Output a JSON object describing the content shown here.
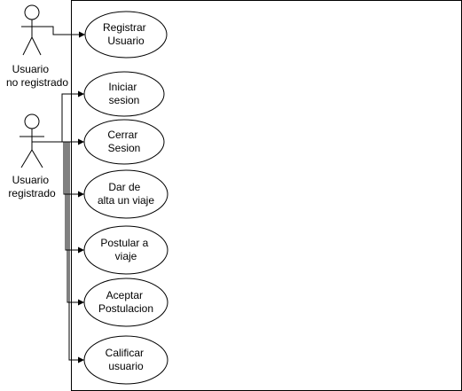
{
  "actors": [
    {
      "id": "no_registrado",
      "label_lines": [
        "Usuario",
        "no registrado"
      ]
    },
    {
      "id": "registrado",
      "label_lines": [
        "Usuario",
        "registrado"
      ]
    }
  ],
  "use_cases": [
    {
      "id": "registrar",
      "label_lines": [
        "Registrar",
        "Usuario"
      ]
    },
    {
      "id": "iniciar",
      "label_lines": [
        "Iniciar",
        "sesion"
      ]
    },
    {
      "id": "cerrar",
      "label_lines": [
        "Cerrar",
        "Sesion"
      ]
    },
    {
      "id": "alta_viaje",
      "label_lines": [
        "Dar de",
        "alta un viaje"
      ]
    },
    {
      "id": "postular",
      "label_lines": [
        "Postular a",
        "viaje"
      ]
    },
    {
      "id": "aceptar",
      "label_lines": [
        "Aceptar",
        "Postulacion"
      ]
    },
    {
      "id": "calificar",
      "label_lines": [
        "Calificar",
        "usuario"
      ]
    }
  ],
  "associations": [
    {
      "from": "no_registrado",
      "to": "registrar"
    },
    {
      "from": "registrado",
      "to": "iniciar"
    },
    {
      "from": "registrado",
      "to": "cerrar"
    },
    {
      "from": "registrado",
      "to": "alta_viaje"
    },
    {
      "from": "registrado",
      "to": "postular"
    },
    {
      "from": "registrado",
      "to": "aceptar"
    },
    {
      "from": "registrado",
      "to": "calificar"
    }
  ]
}
